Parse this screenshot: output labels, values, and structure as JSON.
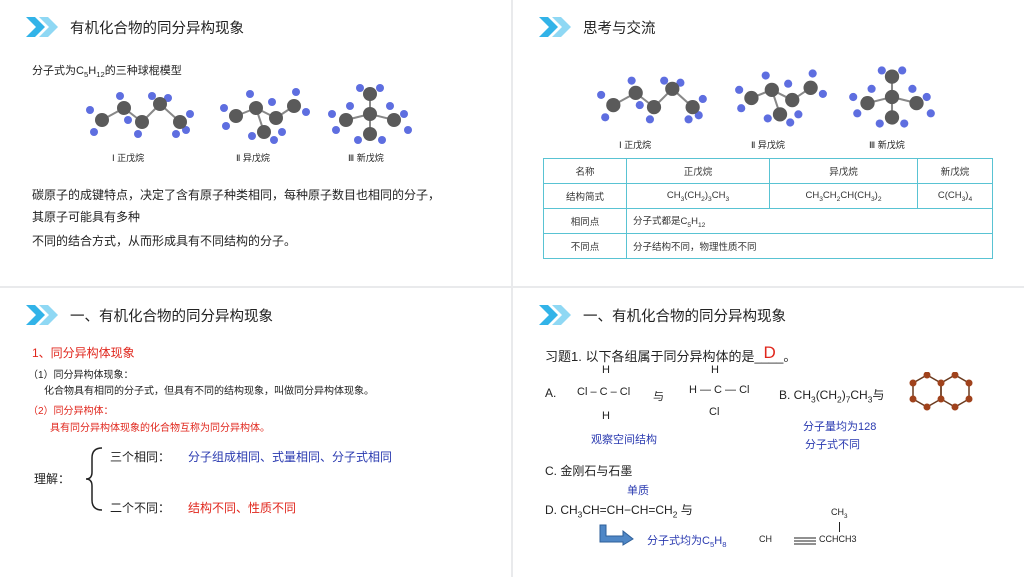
{
  "p1": {
    "title": "有机化合物的同分异构现象",
    "sub_prefix": "分子式为C",
    "sub_n1": "5",
    "sub_h": "H",
    "sub_n2": "12",
    "sub_suffix": "的三种球棍模型",
    "models": [
      {
        "label": "Ⅰ  正戊烷"
      },
      {
        "label": "Ⅱ  异戊烷"
      },
      {
        "label": "Ⅲ  新戊烷"
      }
    ],
    "body1": "碳原子的成键特点，决定了含有原子种类相同，每种原子数目也相同的分子，",
    "body2": "其原子可能具有多种",
    "body3": "不同的结合方式，从而形成具有不同结构的分子。"
  },
  "p2": {
    "title": "思考与交流",
    "models": [
      {
        "label": "Ⅰ  正戊烷"
      },
      {
        "label": "Ⅱ  异戊烷"
      },
      {
        "label": "Ⅲ  新戊烷"
      }
    ],
    "table": {
      "headers": [
        "名称",
        "正戊烷",
        "异戊烷",
        "新戊烷"
      ],
      "row1_label": "结构简式",
      "row1_c1": "CH3(CH2)3CH3",
      "row1_c2": "CH3CH2CH(CH3)2",
      "row1_c3": "C(CH3)4",
      "row2_label": "相同点",
      "row2_text": "分子式都是C5H12",
      "row3_label": "不同点",
      "row3_text": "分子结构不同，物理性质不同"
    }
  },
  "p3": {
    "title": "一、有机化合物的同分异构现象",
    "h1": "1、同分异构体现象",
    "l1": "（1）同分异构体现象：",
    "l1b": "化合物具有相同的分子式，但具有不同的结构现象，叫做同分异构体现象。",
    "l2": "（2）同分异构体：",
    "l2b": "具有同分异构体现象的化合物互称为同分异构体。",
    "understand": "理解：",
    "same_label": "三个相同：",
    "same_text": "分子组成相同、式量相同、分子式相同",
    "diff_label": "二个不同：",
    "diff_text": "结构不同、性质不同"
  },
  "p4": {
    "title": "一、有机化合物的同分异构现象",
    "q_prefix": "习题1.  以下各组属于同分异构体的是",
    "q_blank": "____",
    "q_answer": "D",
    "q_end": "。",
    "a_label": "A.",
    "a_h_top": "H",
    "a_row": "Cl – C – Cl",
    "a_h_bottom": "H",
    "a_and": "与",
    "a2_h_top": "H",
    "a2_row": "H — C — Cl",
    "a2_cl_bottom": "Cl",
    "a_note": "观察空间结构",
    "b_text": "B. CH3(CH2)7CH3与",
    "b_note1": "分子量均为128",
    "b_note2": "分子式不同",
    "c_text": "C.     金刚石与石墨",
    "c_note": "单质",
    "d_text": "D.  CH3CH=CH−CH=CH2 与",
    "d_note": "分子式均为C5H8",
    "d_ch": "CH",
    "d_ch3_top": "CH3",
    "d_right": "CCHCH3"
  }
}
